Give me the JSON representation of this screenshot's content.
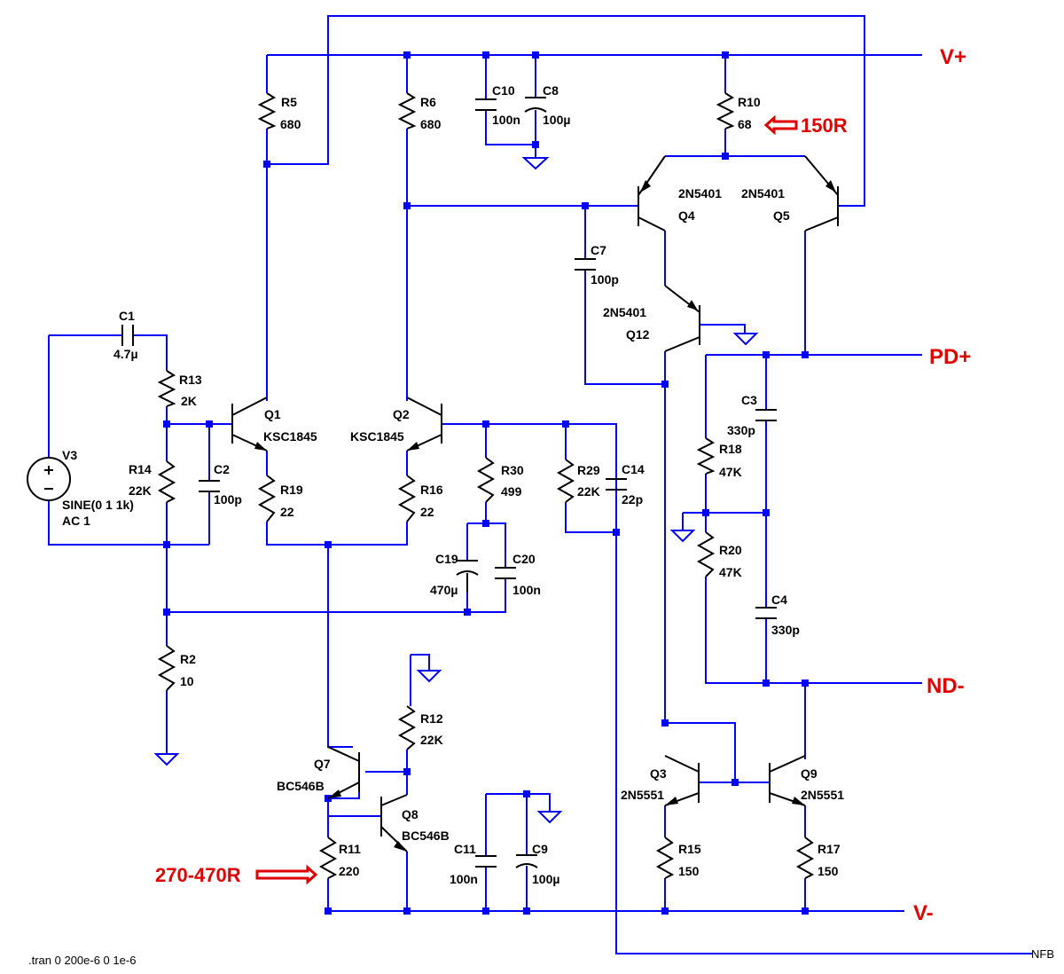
{
  "nets": {
    "vplus": "V+",
    "pdplus": "PD+",
    "ndminus": "ND-",
    "vminus": "V-",
    "nfb": "NFB"
  },
  "annotations": {
    "r10_change": "150R",
    "r11_change": "270-470R"
  },
  "directive": ".tran 0 200e-6 0 1e-6",
  "source": {
    "name": "V3",
    "line1": "SINE(0 1 1k)",
    "line2": "AC 1"
  },
  "resistors": {
    "R5": {
      "name": "R5",
      "value": "680"
    },
    "R6": {
      "name": "R6",
      "value": "680"
    },
    "R10": {
      "name": "R10",
      "value": "68"
    },
    "R13": {
      "name": "R13",
      "value": "2K"
    },
    "R14": {
      "name": "R14",
      "value": "22K"
    },
    "R19": {
      "name": "R19",
      "value": "22"
    },
    "R16": {
      "name": "R16",
      "value": "22"
    },
    "R30": {
      "name": "R30",
      "value": "499"
    },
    "R29": {
      "name": "R29",
      "value": "22K"
    },
    "R18": {
      "name": "R18",
      "value": "47K"
    },
    "R20": {
      "name": "R20",
      "value": "47K"
    },
    "R2": {
      "name": "R2",
      "value": "10"
    },
    "R12": {
      "name": "R12",
      "value": "22K"
    },
    "R11": {
      "name": "R11",
      "value": "220"
    },
    "R15": {
      "name": "R15",
      "value": "150"
    },
    "R17": {
      "name": "R17",
      "value": "150"
    }
  },
  "capacitors": {
    "C1": {
      "name": "C1",
      "value": "4.7µ"
    },
    "C2": {
      "name": "C2",
      "value": "100p"
    },
    "C10": {
      "name": "C10",
      "value": "100n"
    },
    "C8": {
      "name": "C8",
      "value": "100µ"
    },
    "C7": {
      "name": "C7",
      "value": "100p"
    },
    "C3": {
      "name": "C3",
      "value": "330p"
    },
    "C4": {
      "name": "C4",
      "value": "330p"
    },
    "C19": {
      "name": "C19",
      "value": "470µ"
    },
    "C20": {
      "name": "C20",
      "value": "100n"
    },
    "C14": {
      "name": "C14",
      "value": "22p"
    },
    "C11": {
      "name": "C11",
      "value": "100n"
    },
    "C9": {
      "name": "C9",
      "value": "100µ"
    }
  },
  "transistors": {
    "Q1": {
      "name": "Q1",
      "model": "KSC1845"
    },
    "Q2": {
      "name": "Q2",
      "model": "KSC1845"
    },
    "Q4": {
      "name": "Q4",
      "model": "2N5401"
    },
    "Q5": {
      "name": "Q5",
      "model": "2N5401"
    },
    "Q12": {
      "name": "Q12",
      "model": "2N5401"
    },
    "Q7": {
      "name": "Q7",
      "model": "BC546B"
    },
    "Q8": {
      "name": "Q8",
      "model": "BC546B"
    },
    "Q3": {
      "name": "Q3",
      "model": "2N5551"
    },
    "Q9": {
      "name": "Q9",
      "model": "2N5551"
    }
  }
}
